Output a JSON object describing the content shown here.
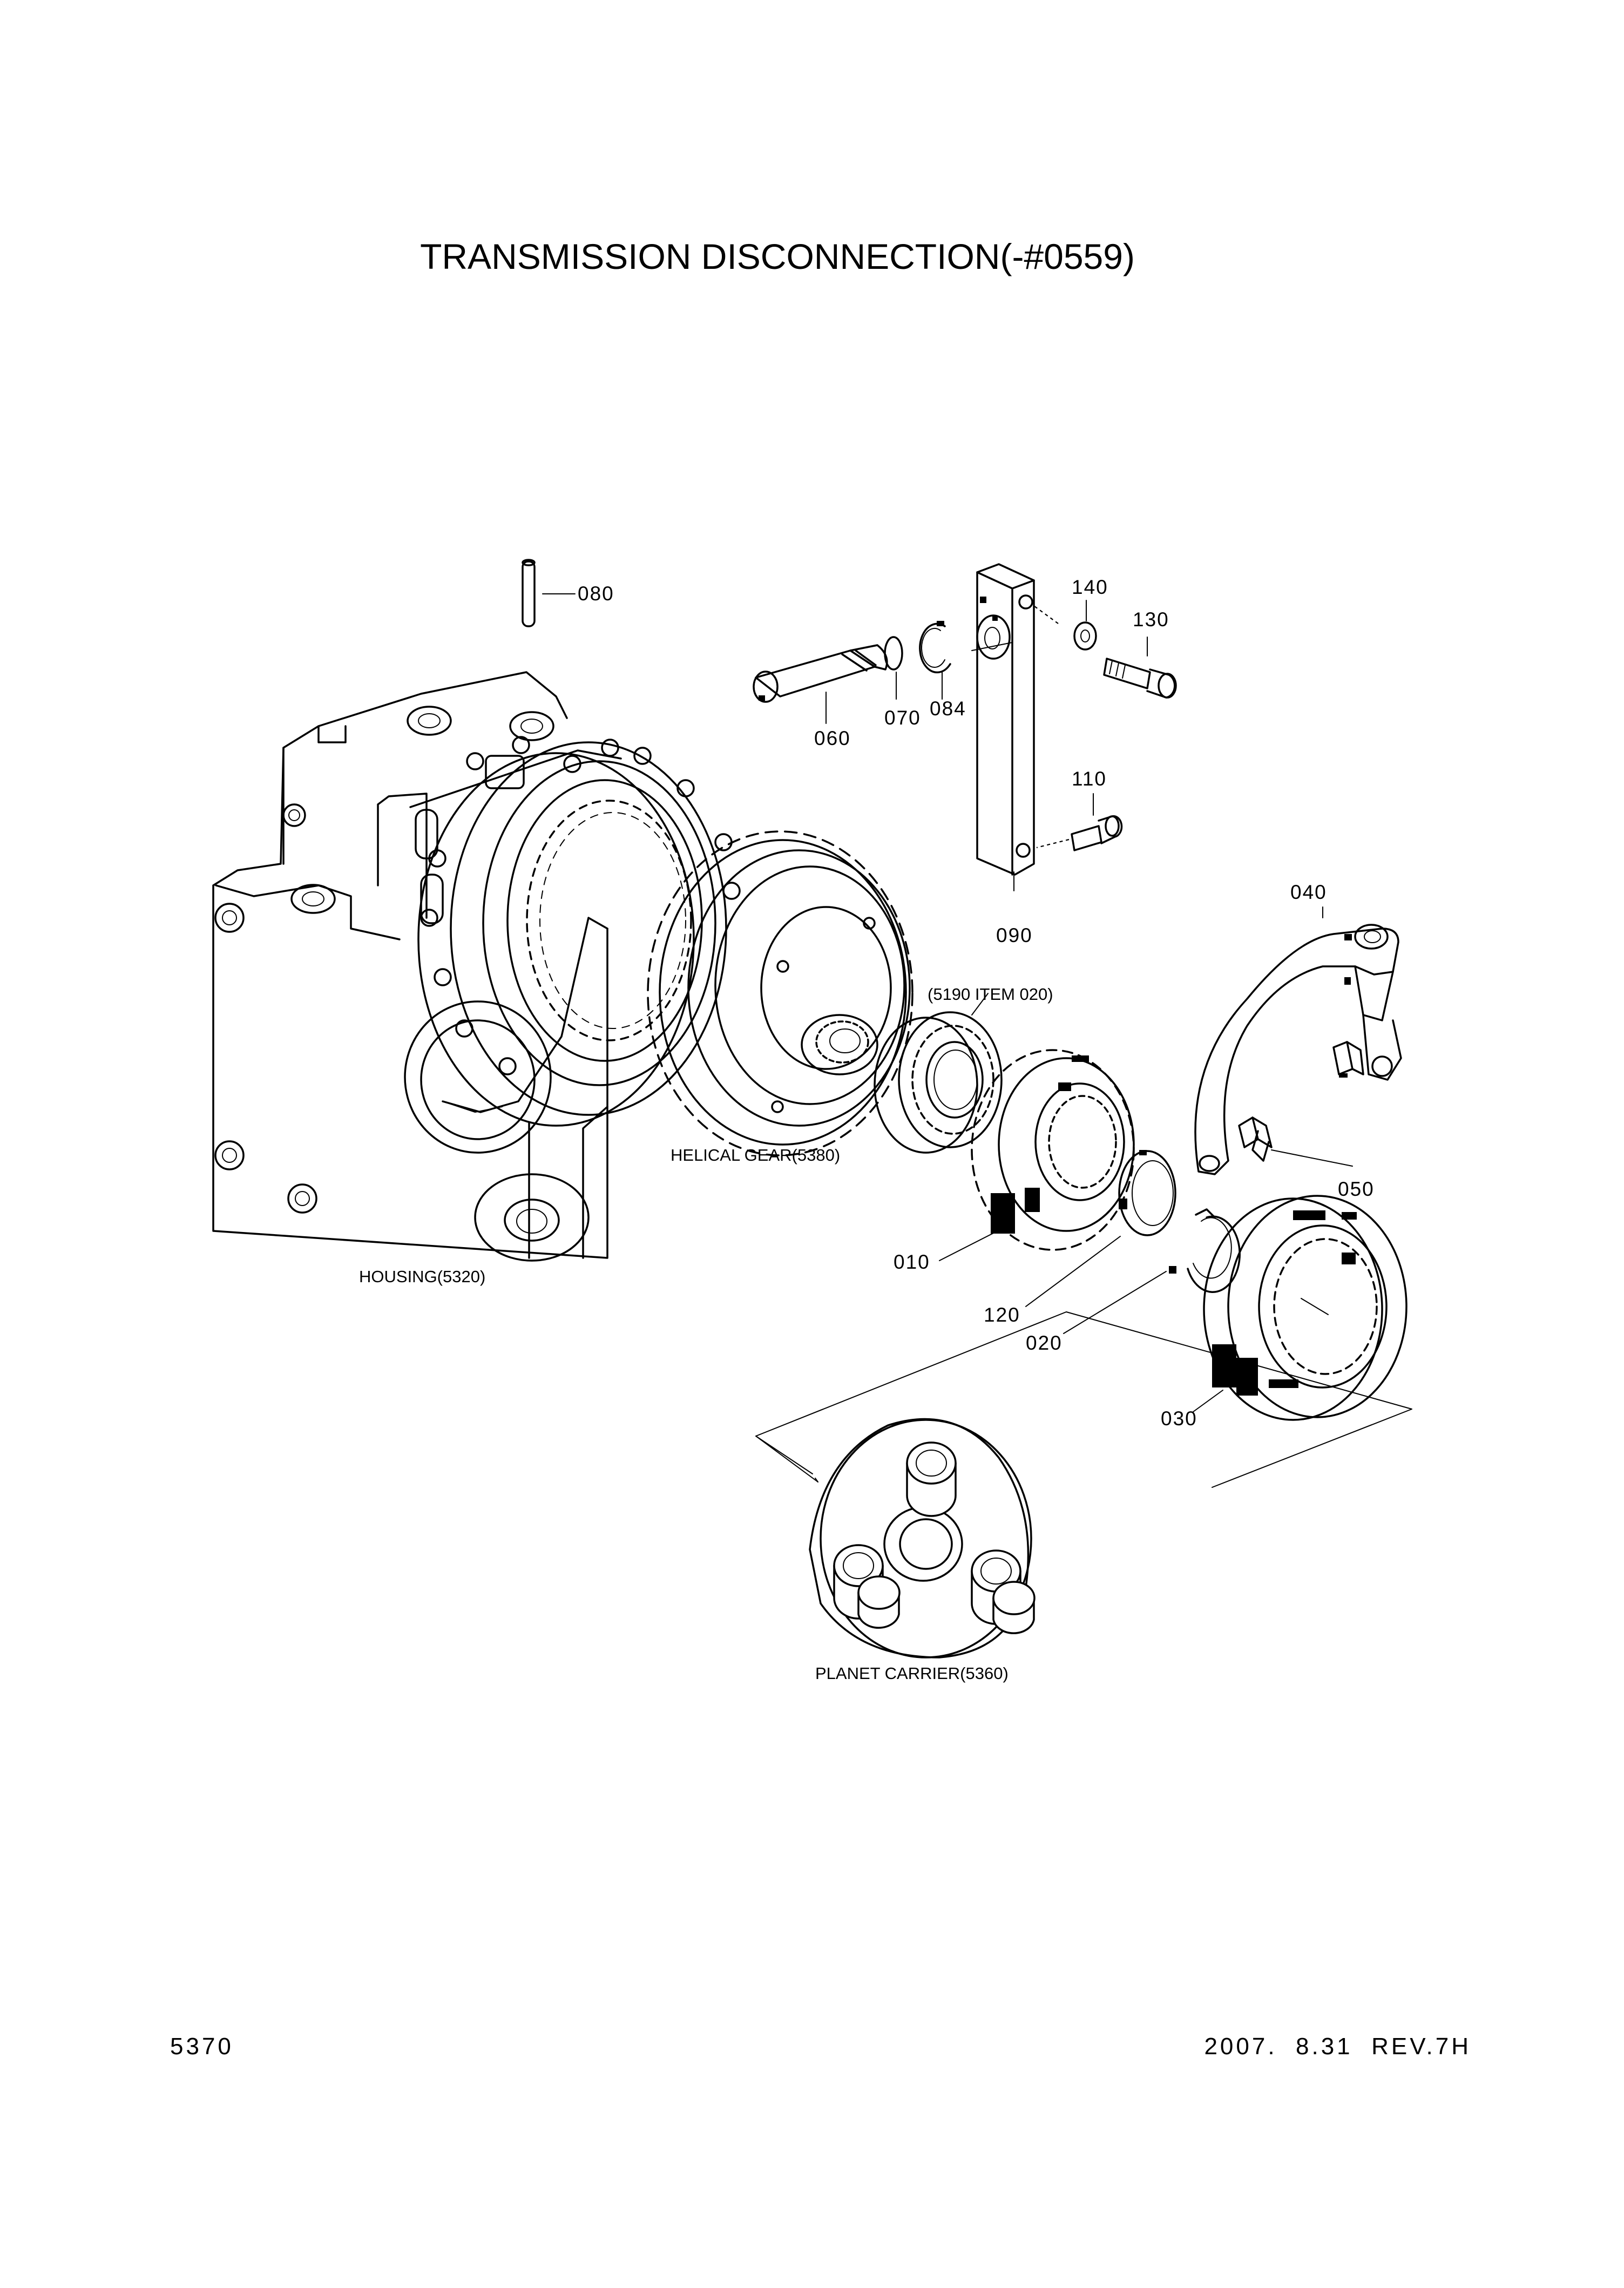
{
  "title": "TRANSMISSION DISCONNECTION(-#0559)",
  "footer": {
    "page_number": "5370",
    "date_revision": "2007.  8.31  REV.7H"
  },
  "callouts": {
    "p010": "010",
    "p020": "020",
    "p030": "030",
    "p040": "040",
    "p050": "050",
    "p060": "060",
    "p070": "070",
    "p080": "080",
    "p084": "084",
    "p090": "090",
    "p110": "110",
    "p120": "120",
    "p130": "130",
    "p140": "140"
  },
  "labels": {
    "housing": "HOUSING(5320)",
    "helical_gear": "HELICAL GEAR(5380)",
    "bearing_ref": "(5190 ITEM 020)",
    "planet_carrier": "PLANET CARRIER(5360)"
  }
}
